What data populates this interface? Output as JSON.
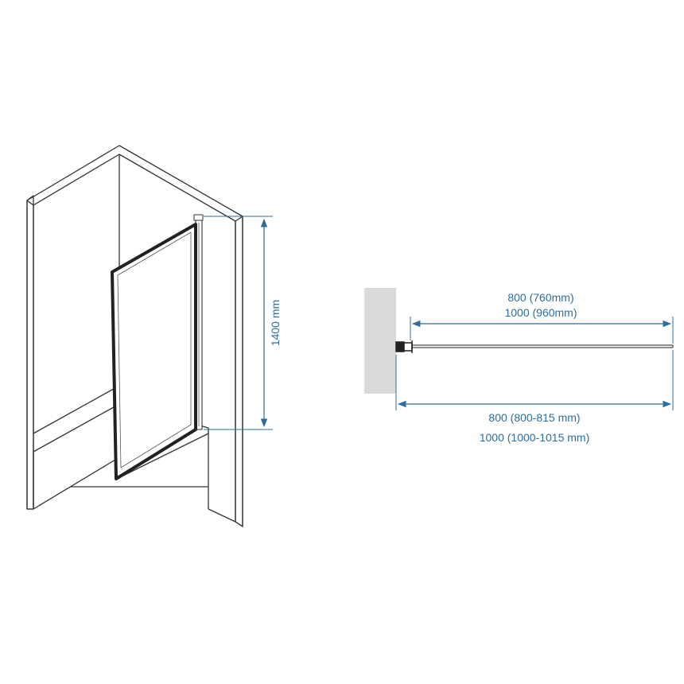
{
  "colors": {
    "dimension": "#2a6e9e",
    "wall_fill": "#d9d9d9",
    "line": "#333333",
    "frame": "#222222"
  },
  "perspective_view": {
    "height_label": "1400 mm"
  },
  "plan_view": {
    "glass_width_label_1": "800  (760mm)",
    "glass_width_label_2": "1000  (960mm)",
    "overall_width_label_1": "800 (800-815 mm)",
    "overall_width_label_2": "1000 (1000-1015 mm)"
  }
}
